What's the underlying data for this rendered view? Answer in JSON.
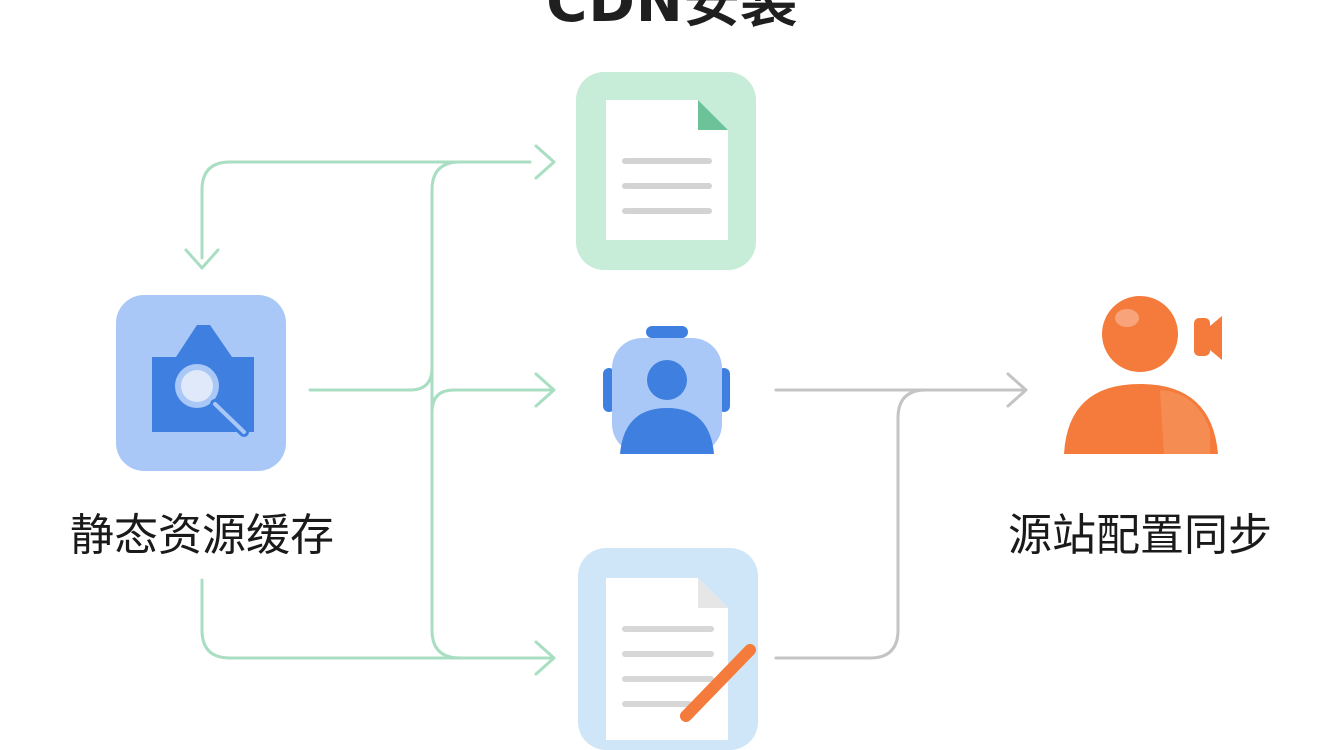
{
  "title": "CDN安装",
  "nodes": {
    "left": {
      "label": "静态资源缓存",
      "icon": "camera-search-icon",
      "color": "#4a86e8"
    },
    "right": {
      "label": "源站配置同步",
      "icon": "user-speaker-icon",
      "color": "#f47b3c"
    },
    "top_doc": {
      "icon": "document-icon",
      "color": "#c9ecd9"
    },
    "center": {
      "icon": "robot-user-icon",
      "color": "#4a86e8"
    },
    "bottom_doc": {
      "icon": "document-edit-icon",
      "color": "#cfe7f7"
    }
  },
  "colors": {
    "green_connector": "#8fd3b0",
    "gray_connector": "#b9b9b9"
  }
}
